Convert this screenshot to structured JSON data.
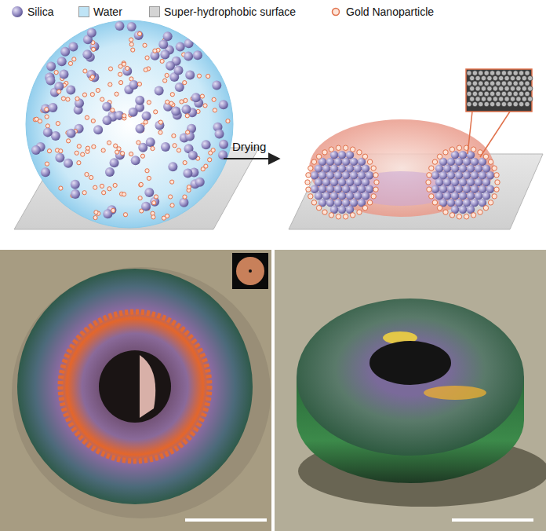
{
  "diagram": {
    "labels": [
      "Drying"
    ],
    "legend": [
      {
        "text": "Silica"
      },
      {
        "text": "Water",
        "color": "#bfe4f6"
      },
      {
        "text": "Super-hydrophobic surface",
        "color": "#d4d4d4"
      },
      {
        "text": "Gold Nanoparticle"
      }
    ]
  }
}
